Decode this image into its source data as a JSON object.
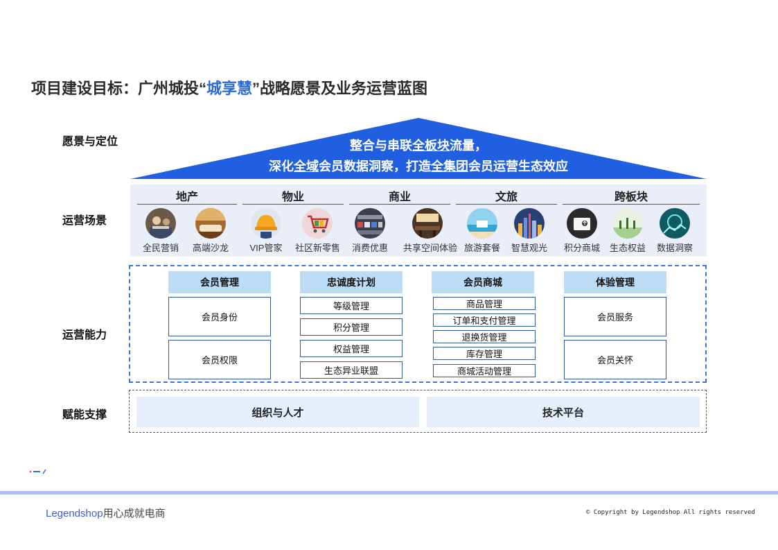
{
  "title": {
    "prefix": "项目建设目标：广州城投“",
    "highlight": "城享慧",
    "suffix": "”战略愿景及业务运营蓝图"
  },
  "rows": {
    "vision": "愿景与定位",
    "scenes": "运营场景",
    "capability": "运营能力",
    "support": "赋能支撑"
  },
  "vision": {
    "line1_a": "整合与串联",
    "line1_u": "全板块",
    "line1_b": "流量，",
    "line2_a": "深化",
    "line2_u1": "全域",
    "line2_b": "会员数据洞察，打造",
    "line2_u2": "全集团",
    "line2_c": "会员运营生态效应"
  },
  "scene_groups": [
    {
      "title": "地产",
      "items": [
        {
          "label": "全民营销",
          "icon": "people-meeting-icon"
        },
        {
          "label": "高端沙龙",
          "icon": "lounge-icon"
        }
      ]
    },
    {
      "title": "物业",
      "items": [
        {
          "label": "VIP管家",
          "icon": "hard-hat-icon"
        },
        {
          "label": "社区新零售",
          "icon": "shopping-cart-icon"
        }
      ]
    },
    {
      "title": "商业",
      "items": [
        {
          "label": "消费优惠",
          "icon": "shopping-mall-icon"
        },
        {
          "label": "共享空间体验",
          "icon": "shared-space-icon"
        }
      ]
    },
    {
      "title": "文旅",
      "items": [
        {
          "label": "旅游套餐",
          "icon": "beach-icon"
        },
        {
          "label": "智慧观光",
          "icon": "city-skyline-icon"
        }
      ]
    },
    {
      "title": "跨板块",
      "items": [
        {
          "label": "积分商城",
          "icon": "points-mall-icon"
        },
        {
          "label": "生态权益",
          "icon": "ecology-icon"
        },
        {
          "label": "数据洞察",
          "icon": "data-insight-icon"
        }
      ]
    }
  ],
  "capabilities": {
    "member_mgmt": {
      "title": "会员管理",
      "items": [
        "会员身份",
        "会员权限"
      ]
    },
    "loyalty": {
      "title": "忠诚度计划",
      "items": [
        "等级管理",
        "积分管理",
        "权益管理",
        "生态异业联盟"
      ]
    },
    "mall": {
      "title": "会员商城",
      "items": [
        "商品管理",
        "订单和支付管理",
        "退换货管理",
        "库存管理",
        "商城活动管理"
      ]
    },
    "experience": {
      "title": "体验管理",
      "items": [
        "会员服务",
        "会员关怀"
      ]
    }
  },
  "support": {
    "org": "组织与人才",
    "tech": "技术平台"
  },
  "footer": {
    "brand_en": "Legendshop",
    "brand_cn": "用心成就电商",
    "copyright": "© Copyright by Legendshop All rights reserved"
  },
  "colors": {
    "accent": "#2b6bd6",
    "roof": "#1f5fe0",
    "scene_bg": "#e9eef8",
    "cap_head": "#bcdcf5",
    "footer_bar": "#aebcf3"
  }
}
